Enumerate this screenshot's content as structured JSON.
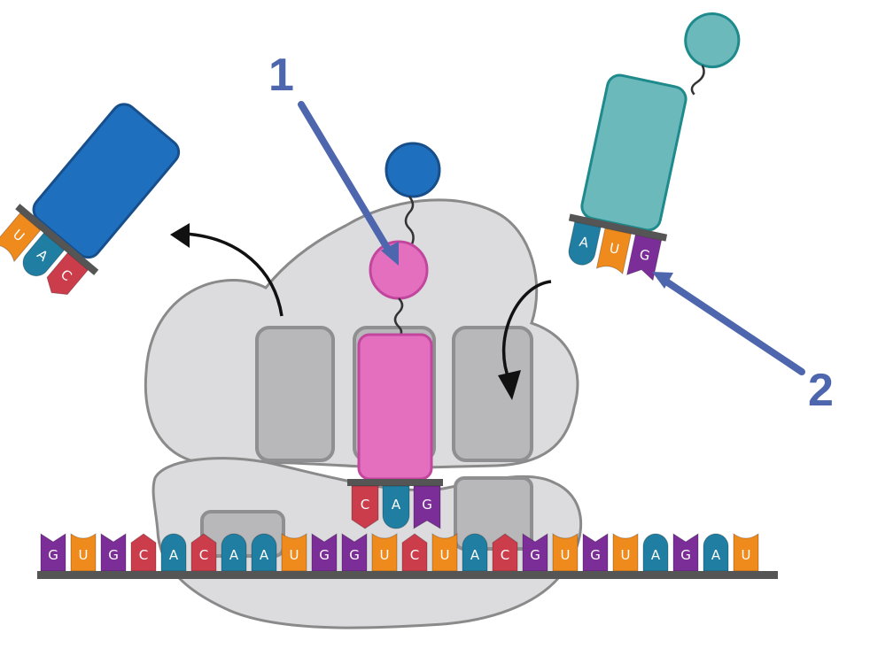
{
  "colors": {
    "G": "#7b2d98",
    "U": "#ef8a1c",
    "C": "#cc3d4c",
    "A": "#1f7ea1",
    "ribosome": "#dcdcdf",
    "ribosome_outline": "#8a8a8a",
    "site": "#b7b7ba",
    "pointer": "#4d66ad",
    "trna_left": "#1f6fbf",
    "trna_center": "#e46fbe",
    "trna_right": "#6cb9bb"
  },
  "labels": {
    "pointer_1": "1",
    "pointer_2": "2"
  },
  "mrna": [
    "G",
    "U",
    "G",
    "C",
    "A",
    "C",
    "A",
    "A",
    "U",
    "G",
    "G",
    "U",
    "C",
    "U",
    "A",
    "C",
    "G",
    "U",
    "G",
    "U",
    "A",
    "G",
    "A",
    "U"
  ],
  "trna_left": {
    "anticodon": [
      "U",
      "A",
      "C"
    ]
  },
  "trna_center": {
    "anticodon": [
      "C",
      "A",
      "G"
    ]
  },
  "trna_right": {
    "anticodon": [
      "A",
      "U",
      "G"
    ]
  }
}
